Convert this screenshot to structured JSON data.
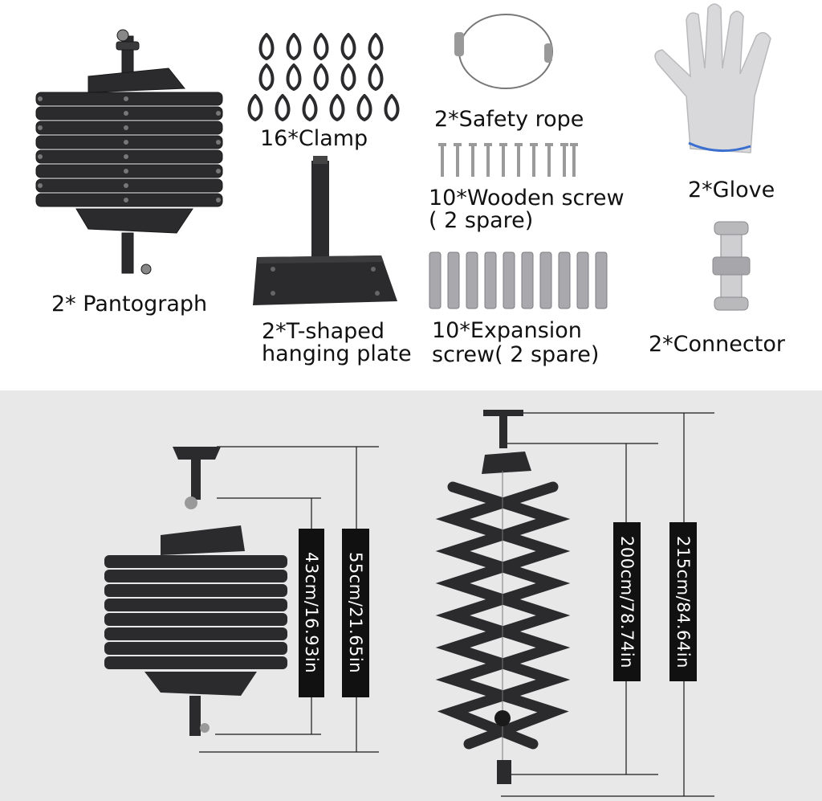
{
  "items": {
    "pantograph": "2* Pantograph",
    "clamp": "16*Clamp",
    "t_plate_line1": "2*T-shaped",
    "t_plate_line2": "hanging plate",
    "safety_rope": "2*Safety rope",
    "wooden_screw_line1": "10*Wooden screw",
    "wooden_screw_line2": "( 2 spare)",
    "expansion_screw_line1": "10*Expansion",
    "expansion_screw_line2": "screw( 2 spare)",
    "glove": "2*Glove",
    "connector": "2*Connector"
  },
  "dimensions": {
    "collapsed_inner": "43cm/16.93in",
    "collapsed_outer": "55cm/21.65in",
    "extended_inner": "200cm/78.74in",
    "extended_outer": "215cm/84.64in"
  },
  "colors": {
    "metal": "#2b2b2e",
    "panel_bg": "#e9e8e8",
    "label_bg": "#111111"
  }
}
